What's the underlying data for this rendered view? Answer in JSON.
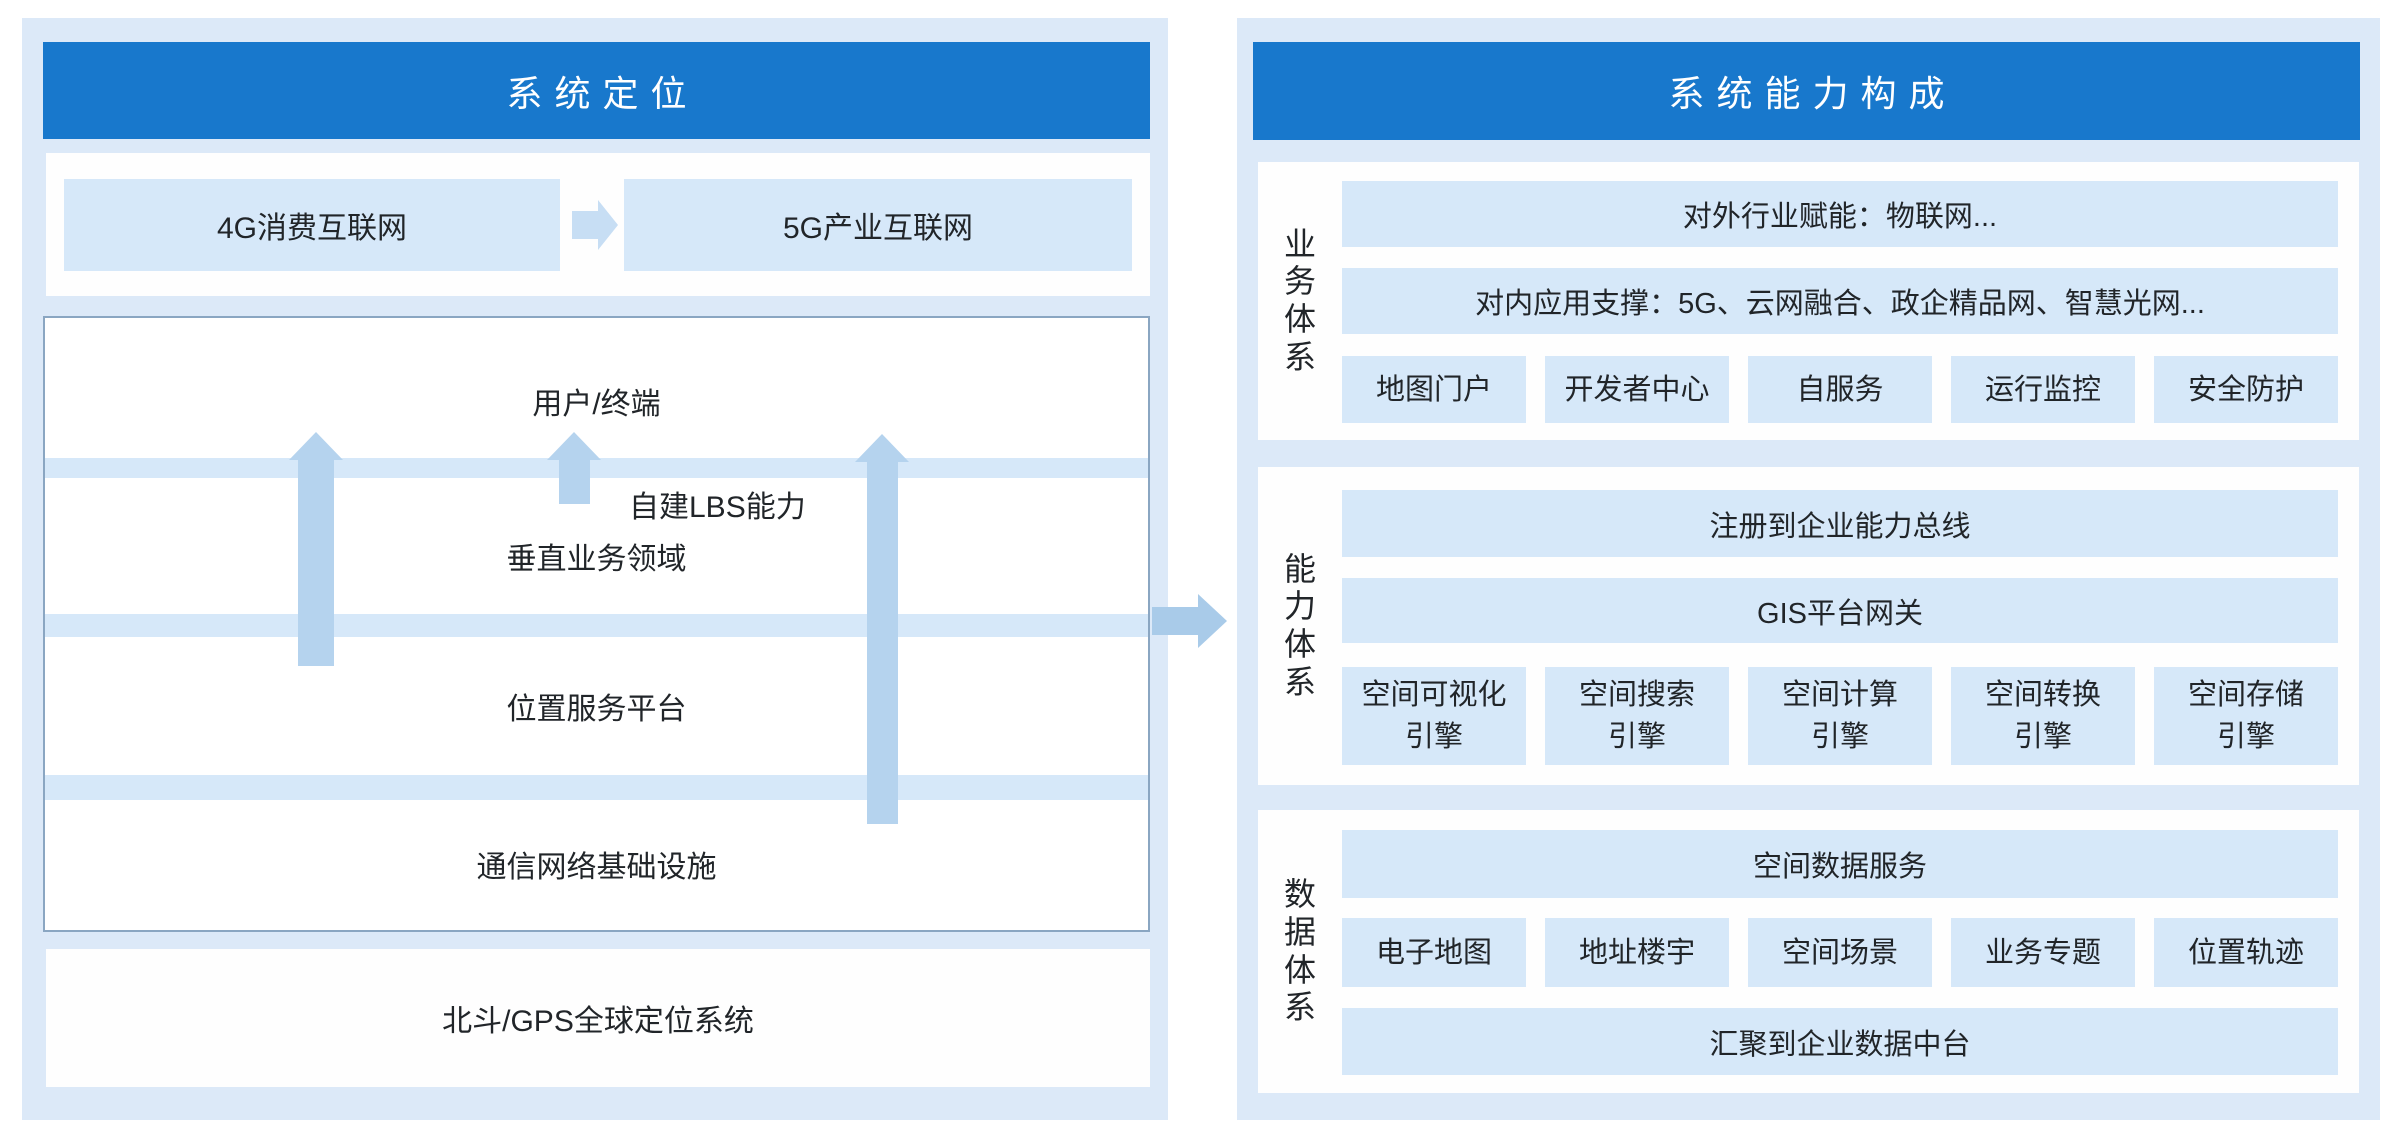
{
  "colors": {
    "header_blue": "#1878cc",
    "panel_bg": "#dce9f8",
    "box_fill": "#d6e8f9",
    "up_arrow_fill": "#b5d3ee",
    "flow_arrow_fill": "#c7def4",
    "connector_fill": "#a9cbe9",
    "stack_border": "#8aa6c2",
    "text": "#212529"
  },
  "left_panel": {
    "title": "系统定位",
    "flow": {
      "from": "4G消费互联网",
      "to": "5G产业互联网"
    },
    "stack": {
      "layer1": "用户/终端",
      "side_label": "自建LBS能力",
      "layer2": "垂直业务领域",
      "layer3": "位置服务平台",
      "layer4": "通信网络基础设施"
    },
    "base": "北斗/GPS全球定位系统"
  },
  "right_panel": {
    "title": "系统能力构成",
    "sections": [
      {
        "label": "业务体系",
        "row1": "对外行业赋能：物联网...",
        "row2": "对内应用支撑：5G、云网融合、政企精品网、智慧光网...",
        "boxes": [
          "地图门户",
          "开发者中心",
          "自服务",
          "运行监控",
          "安全防护"
        ]
      },
      {
        "label": "能力体系",
        "row1": "注册到企业能力总线",
        "row2": "GIS平台网关",
        "boxes": [
          {
            "line1": "空间可视化",
            "line2": "引擎"
          },
          {
            "line1": "空间搜索",
            "line2": "引擎"
          },
          {
            "line1": "空间计算",
            "line2": "引擎"
          },
          {
            "line1": "空间转换",
            "line2": "引擎"
          },
          {
            "line1": "空间存储",
            "line2": "引擎"
          }
        ]
      },
      {
        "label": "数据体系",
        "row1": "空间数据服务",
        "boxes": [
          "电子地图",
          "地址楼宇",
          "空间场景",
          "业务专题",
          "位置轨迹"
        ],
        "row3": "汇聚到企业数据中台"
      }
    ]
  }
}
